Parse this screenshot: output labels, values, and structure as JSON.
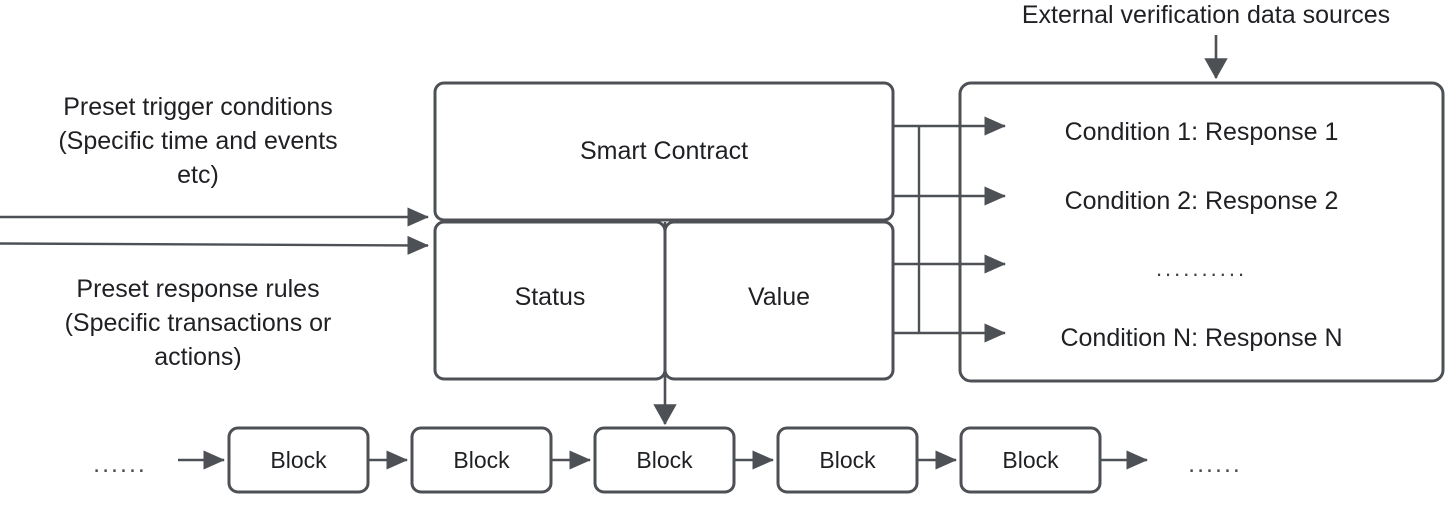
{
  "diagram": {
    "title_hidden": "",
    "stroke_color": "#4d5156",
    "text_color": "#1f2023",
    "background": "#ffffff"
  },
  "left_inputs": {
    "trigger_conditions": "Preset trigger conditions\n(Specific time and events\netc)",
    "response_rules": "Preset response rules\n(Specific transactions or\nactions)",
    "arrow_into_contract_top": "arrow-right",
    "arrow_into_contract_bottom": "arrow-right"
  },
  "smart_contract": {
    "title": "Smart Contract",
    "fields": [
      {
        "label": "Status"
      },
      {
        "label": "Value"
      }
    ]
  },
  "external_sources": {
    "caption": "External verification data sources",
    "arrow": "arrow-down",
    "rules": [
      {
        "text": "Condition 1: Response 1"
      },
      {
        "text": "Condition 2: Response 2"
      },
      {
        "text": ".........."
      },
      {
        "text": "Condition N: Response N"
      }
    ]
  },
  "blockchain": {
    "leading_ellipsis": "......",
    "trailing_ellipsis": "......",
    "blocks": [
      {
        "label": "Block"
      },
      {
        "label": "Block"
      },
      {
        "label": "Block"
      },
      {
        "label": "Block"
      },
      {
        "label": "Block"
      }
    ],
    "commit_arrow": "arrow-down"
  }
}
